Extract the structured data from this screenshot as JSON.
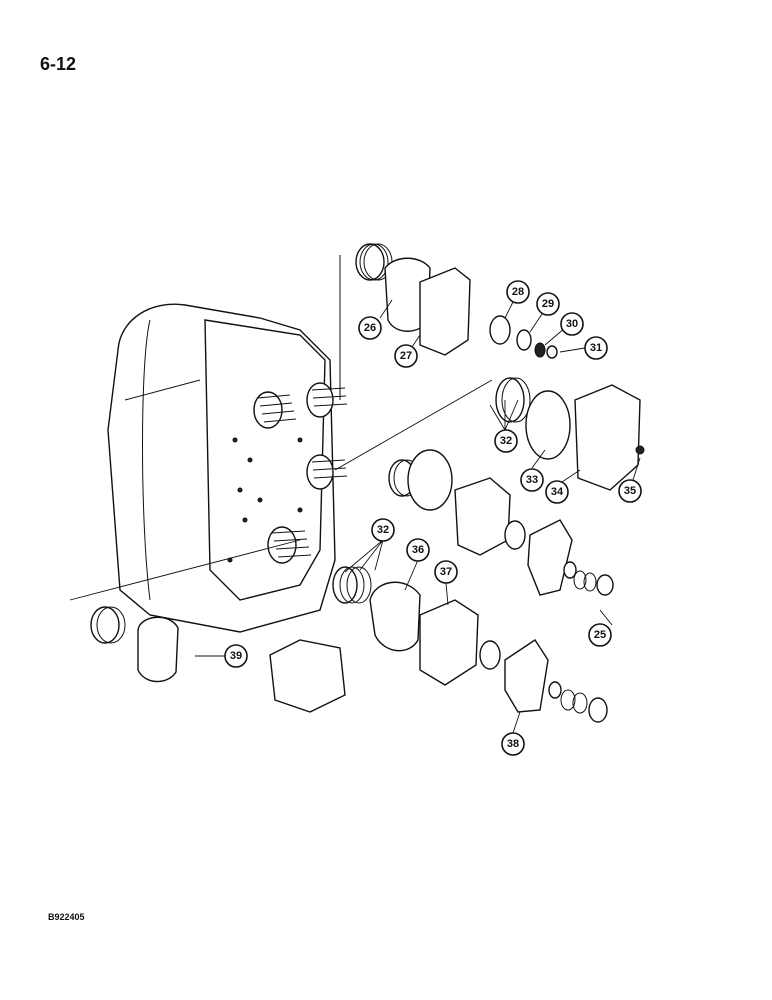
{
  "page": {
    "number": "6-12",
    "figure_code": "B922405"
  },
  "callouts": {
    "c25": "25",
    "c26": "26",
    "c27": "27",
    "c28": "28",
    "c29": "29",
    "c30": "30",
    "c31": "31",
    "c32a": "32",
    "c32b": "32",
    "c33": "33",
    "c34": "34",
    "c35": "35",
    "c36": "36",
    "c37": "37",
    "c38": "38",
    "c39": "39"
  }
}
